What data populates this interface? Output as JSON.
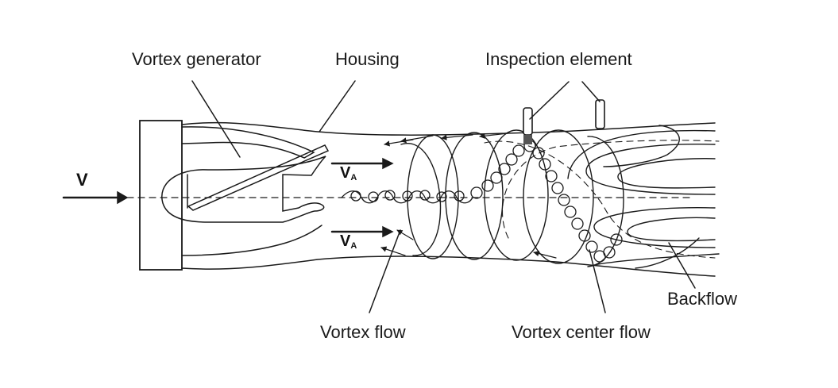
{
  "labels": {
    "vortex_generator": "Vortex generator",
    "housing": "Housing",
    "inspection_element": "Inspection element",
    "vortex_flow": "Vortex flow",
    "vortex_center_flow": "Vortex center flow",
    "backflow": "Backflow"
  },
  "symbols": {
    "inlet_velocity": "V",
    "axial_velocity_main": "V",
    "axial_velocity_sub": "A"
  },
  "colors": {
    "line": "#1a1a1a",
    "sensor_tip": "#555555"
  }
}
